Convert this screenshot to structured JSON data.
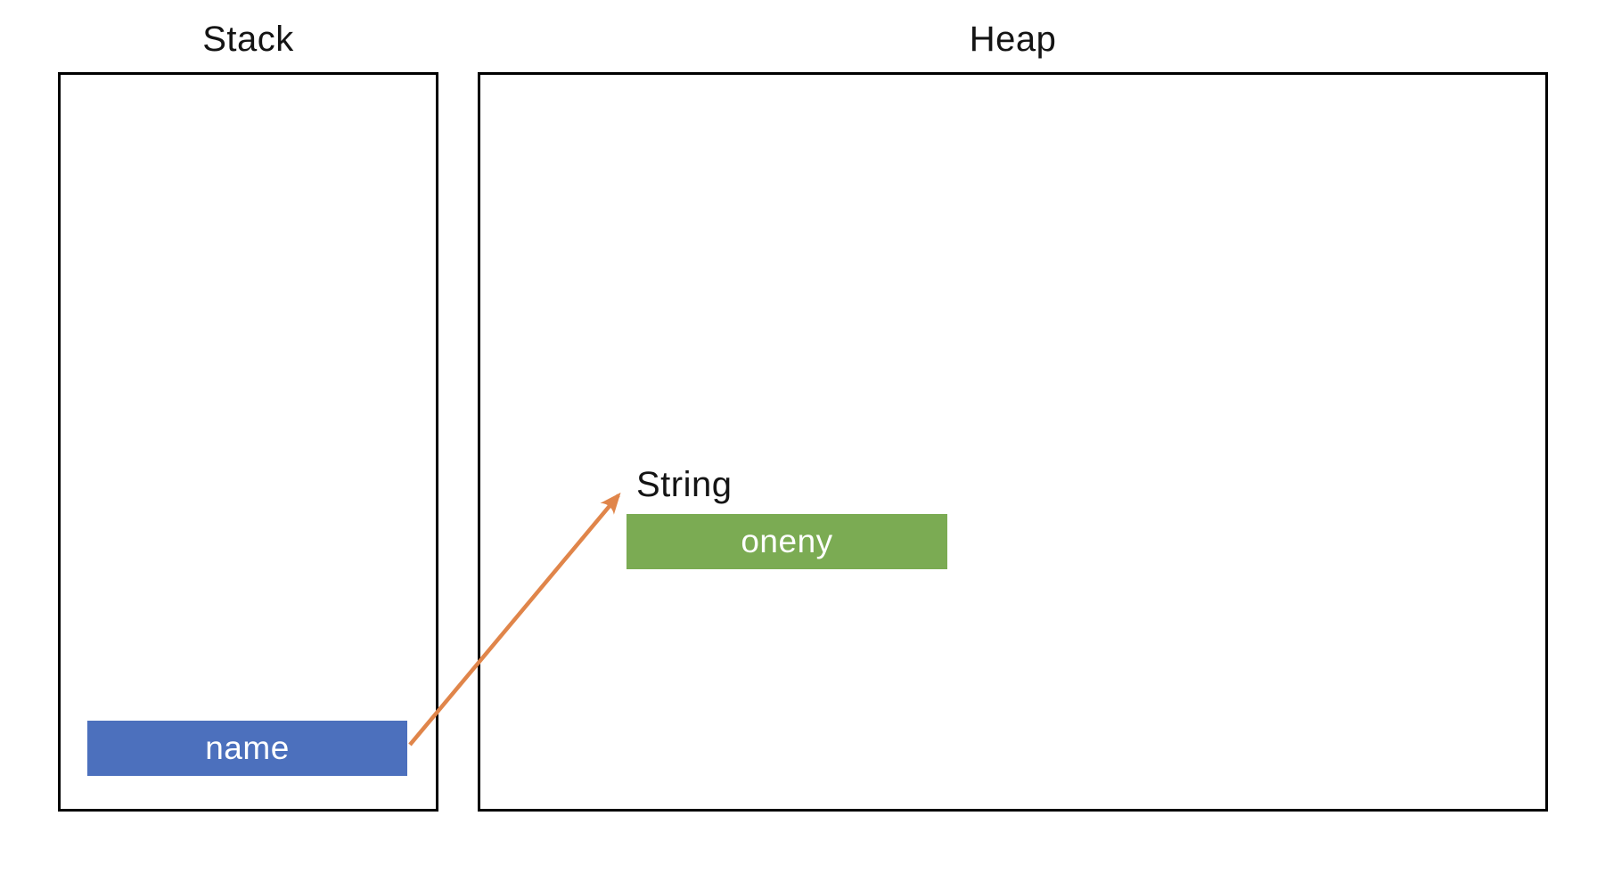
{
  "diagram": {
    "stack": {
      "title": "Stack",
      "variable": {
        "label": "name"
      }
    },
    "heap": {
      "title": "Heap",
      "object": {
        "type_label": "String",
        "value": "oneny"
      }
    }
  },
  "colors": {
    "stack_variable_fill": "#4C70BD",
    "heap_object_fill": "#7BAB53",
    "arrow": "#E0854A",
    "panel_border": "#000000",
    "label_text": "#141414",
    "value_text": "#ffffff"
  }
}
